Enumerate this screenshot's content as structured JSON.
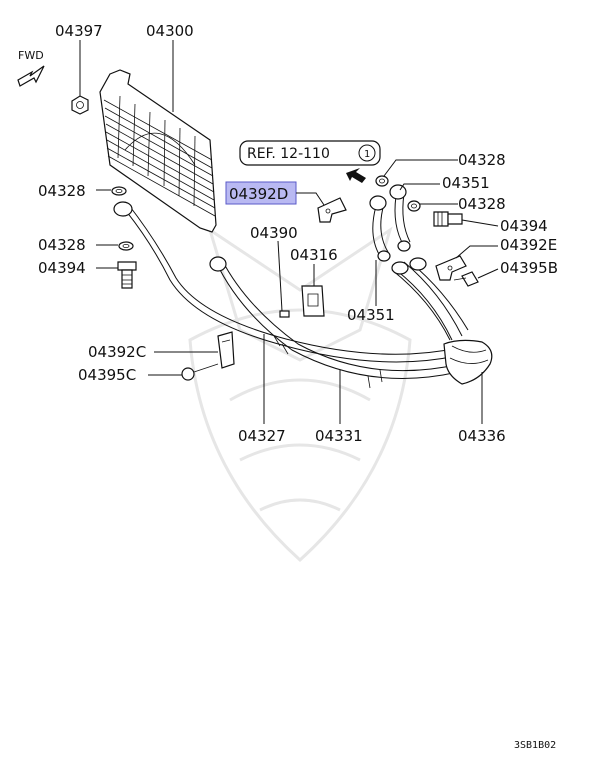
{
  "labels": {
    "p04397": "04397",
    "p04300": "04300",
    "fwd": "FWD",
    "ref": "REF. 12-110",
    "ref_num": "1",
    "p04328_a": "04328",
    "p04351_a": "04351",
    "p04328_left1": "04328",
    "p04392d": "04392D",
    "p04328_right2": "04328",
    "p04394_right": "04394",
    "p04390": "04390",
    "p04328_left2": "04328",
    "p04392e": "04392E",
    "p04394_left": "04394",
    "p04316": "04316",
    "p04395b": "04395B",
    "p04351_b": "04351",
    "p04392c": "04392C",
    "p04395c": "04395C",
    "p04327": "04327",
    "p04331": "04331",
    "p04336": "04336",
    "diagram_code": "3SB1B02"
  },
  "colors": {
    "highlight": "#b9b9f2",
    "highlight_border": "#5a5ac8",
    "line": "#111111"
  }
}
